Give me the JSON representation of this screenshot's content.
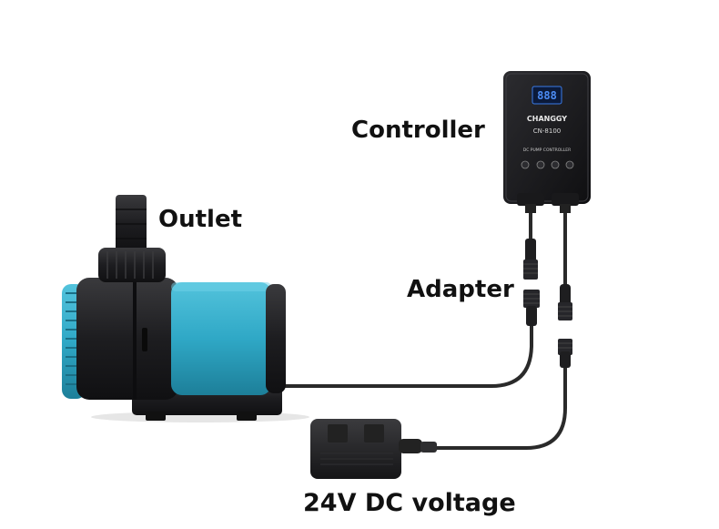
{
  "labels": {
    "controller": "Controller",
    "outlet": "Outlet",
    "adapter": "Adapter",
    "voltage": "24V DC voltage"
  },
  "device": {
    "brand": "CHANGGY",
    "model": "CN-8100",
    "subtitle": "DC PUMP CONTROLLER",
    "display": "888"
  },
  "colors": {
    "pump_body": "#2fa8c6",
    "pump_dark": "#1c1c1e",
    "cable": "#2a2a2a",
    "display": "#2f6fe0"
  }
}
